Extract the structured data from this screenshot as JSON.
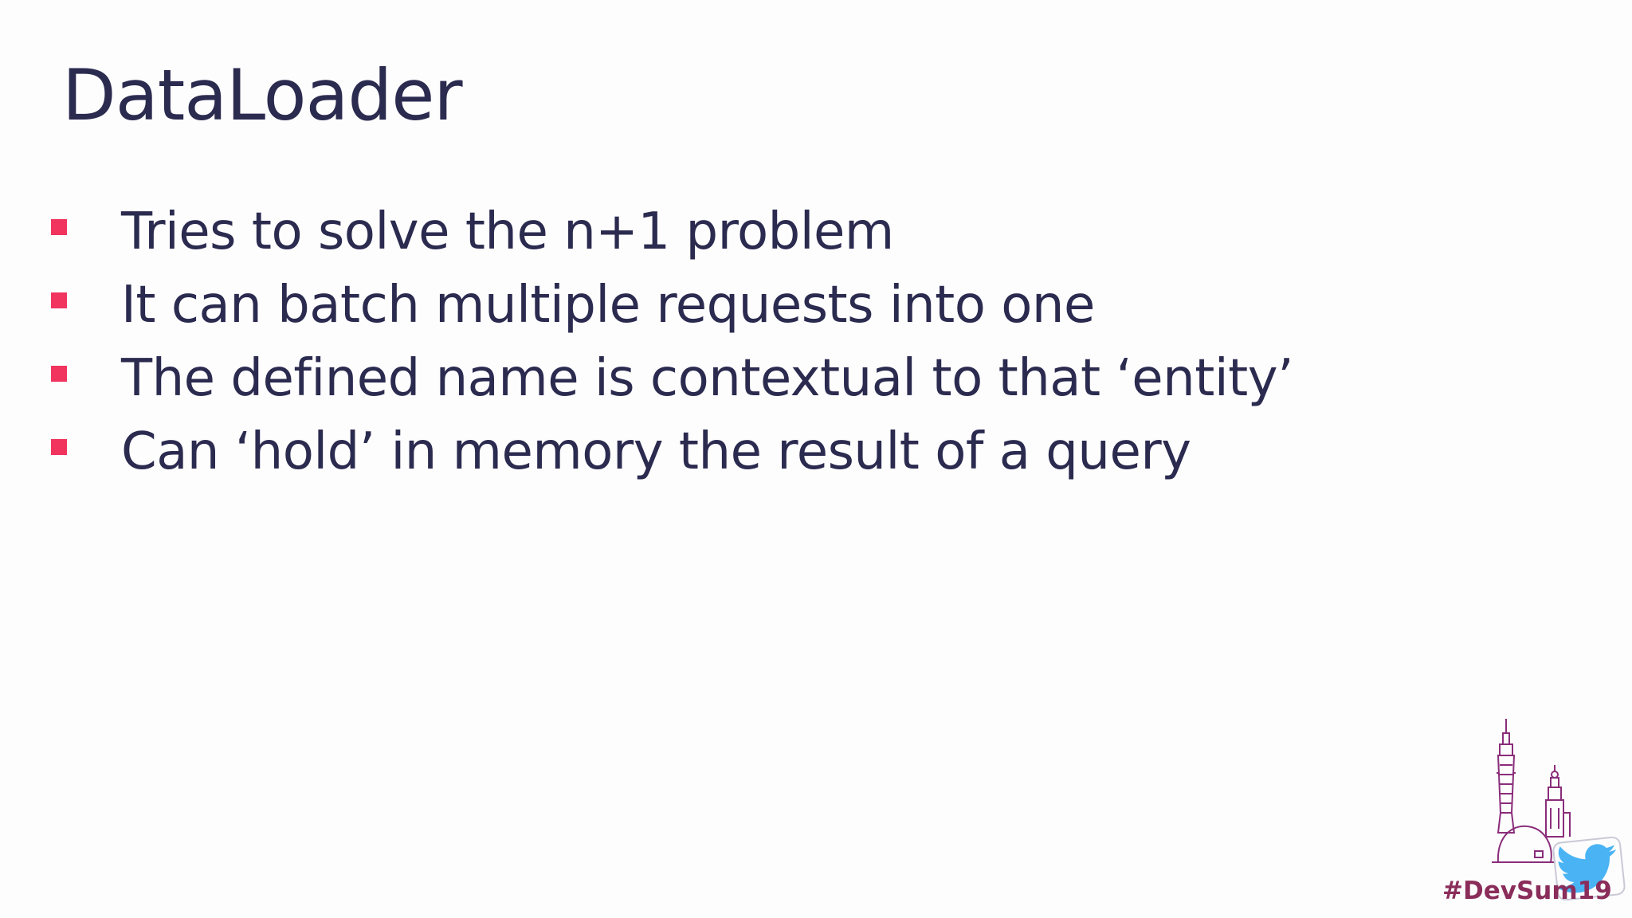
{
  "slide": {
    "title": "DataLoader",
    "bullets": [
      {
        "text": "Tries to solve the n+1 problem"
      },
      {
        "text": "It can batch multiple requests into one"
      },
      {
        "text": "The defined name is contextual to that ‘entity’"
      },
      {
        "text": "Can ‘hold’ in memory the result of a query"
      }
    ],
    "hashtag": "#DevSum19"
  },
  "colors": {
    "text": "#2b2a4f",
    "bullet": "#f0345e",
    "hashtag": "#8a2d5a",
    "logo_outline": "#8a2d7a",
    "twitter": "#4ab3f4"
  },
  "icons": [
    "skyline-logo-icon",
    "twitter-bird-icon"
  ]
}
